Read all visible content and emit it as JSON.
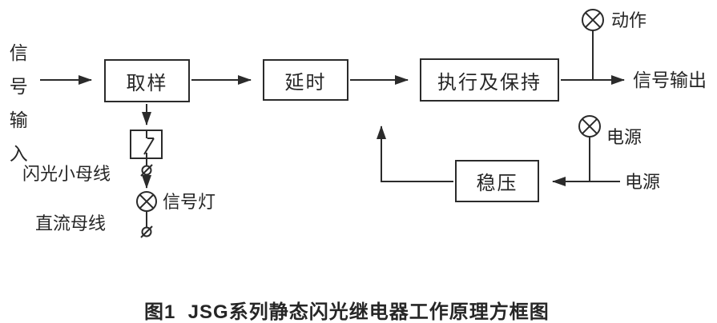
{
  "figure": {
    "caption": "图1  JSG系列静态闪光继电器工作原理方框图"
  },
  "diagram": {
    "signal_input_label": "信号输入",
    "blocks": {
      "sampling": "取样",
      "delay": "延时",
      "execute_hold": "执行及保持",
      "voltage_regulator": "稳压"
    },
    "right_side": {
      "action_lamp_label": "动作",
      "signal_output_label": "信号输出",
      "power_lamp_label": "电源",
      "power_source_label": "电源"
    },
    "left_branch": {
      "flash_bus_label": "闪光小母线",
      "signal_lamp_label": "信号灯",
      "dc_bus_label": "直流母线"
    },
    "icons": {
      "lamp": "circle-with-x-cross",
      "terminal": "small-circle-with-slash",
      "switch": "boxed-contact-switch"
    },
    "colors": {
      "line": "#2b2b2b",
      "text": "#262626",
      "background": "#ffffff"
    }
  }
}
